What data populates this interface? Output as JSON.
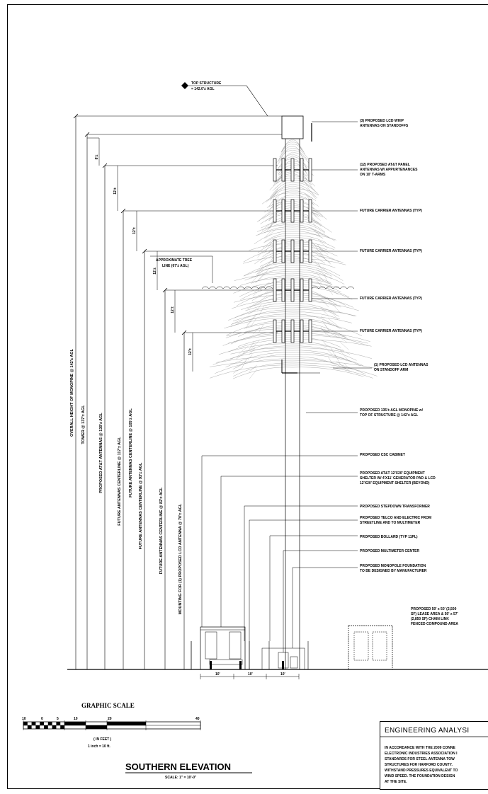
{
  "top_structure": {
    "line1": "TOP STRUCTURE",
    "line2": "= 142.0'± AGL"
  },
  "callouts": [
    {
      "lines": [
        "(3) PROPOSED LCD WHIP",
        "ANTENNAS ON STANDOFFS"
      ]
    },
    {
      "lines": [
        "(12) PROPOSED AT&T PANEL",
        "ANTENNAS W/ APPURTENANCES",
        "ON 10' T-ARMS"
      ]
    },
    {
      "lines": [
        "FUTURE CARRIER ANTENNAS (TYP)"
      ]
    },
    {
      "lines": [
        "FUTURE CARRIER ANTENNAS (TYP)"
      ]
    },
    {
      "lines": [
        "FUTURE CARRIER ANTENNAS (TYP)"
      ]
    },
    {
      "lines": [
        "FUTURE CARRIER ANTENNAS (TYP)"
      ]
    },
    {
      "lines": [
        "(1) PROPOSED LCD ANTENNAS",
        "ON STANDOFF ARM"
      ]
    },
    {
      "lines": [
        "PROPOSED 135'± AGL MONOPINE w/",
        "TOP OF STRUCTURE @ 142'± AGL"
      ]
    },
    {
      "lines": [
        "PROPOSED CSC CABINET"
      ]
    },
    {
      "lines": [
        "PROPOSED AT&T 12'X20' EQUIPMENT",
        "SHELTER W/ 4'X11' GENERATOR PAD & LCD",
        "12'X20' EQUIPMENT SHELTER (BEYOND)"
      ]
    },
    {
      "lines": [
        "PROPOSED STEPDOWN TRANSFORMER"
      ]
    },
    {
      "lines": [
        "PROPOSED TELCO AND ELECTRIC FROM",
        "STREETLINE AND TO MULTIMETER"
      ]
    },
    {
      "lines": [
        "PROPOSED BOLLARD (TYP 11PL)"
      ]
    },
    {
      "lines": [
        "PROPOSED MULTIMETER CENTER"
      ]
    },
    {
      "lines": [
        "PROPOSED MONOPOLE FOUNDATION",
        "TO BE DESIGNED BY MANUFACTURER"
      ]
    },
    {
      "lines": [
        "PROPOSED 50' x 50' (2,500",
        "SF) LEASE AREA & 50' x 57'",
        "(2,850 SF) CHAIN LINK",
        "FENCED COMPOUND AREA"
      ]
    }
  ],
  "tree_line": {
    "line1": "APPROXIMATE TREE",
    "line2": "LINE (67'± AGL)"
  },
  "height_labels": [
    "OVERALL HEIGHT OF MONOPINE @ 142'± AGL",
    "TOWER @ 137'± AGL",
    "PROPOSED AT&T ANTENNAS @ 130'± AGL",
    "FUTURE ANTENNAS CENTERLINE @ 117'± AGL",
    "FUTURE ANTENNAS CENTERLINE @ 105'± AGL",
    "FUTURE ANTENNAS CENTERLINE @ 93'± AGL",
    "FUTURE ANTENNAS CENTERLINE @ 82'± AGL",
    "MOUNTING FOR (1) PROPOSED LCD ANTENNA @ 70'± AGL"
  ],
  "spacing_labels": [
    "8'±",
    "12'±",
    "12'±",
    "12'±",
    "12'±",
    "12'±"
  ],
  "ground_dims": [
    "10'",
    "10'",
    "10'"
  ],
  "graphic_scale": {
    "title": "GRAPHIC SCALE",
    "ticks": [
      "10",
      "0",
      "5",
      "10",
      "20",
      "40"
    ],
    "unit": "( IN FEET )",
    "ratio": "1 inch = 10  ft."
  },
  "view_title": "SOUTHERN ELEVATION",
  "view_scale": "SCALE: 1\" = 10'-0\"",
  "engineering": {
    "title": "ENGINEERING ANALYSI",
    "lines": [
      "IN ACCORDANCE WITH THE 2009 CONNE",
      "ELECTRONIC INDUSTRIES ASSOCIATION I",
      "STANDARDS FOR STEEL ANTENNA TOW",
      "STRUCTURES FOR HARFORD COUNTY.",
      "WITHSTAND PRESSURES EQUIVALENT TO",
      "WIND SPEED. THE FOUNDATION DESIGN",
      "AT THE SITE."
    ]
  }
}
